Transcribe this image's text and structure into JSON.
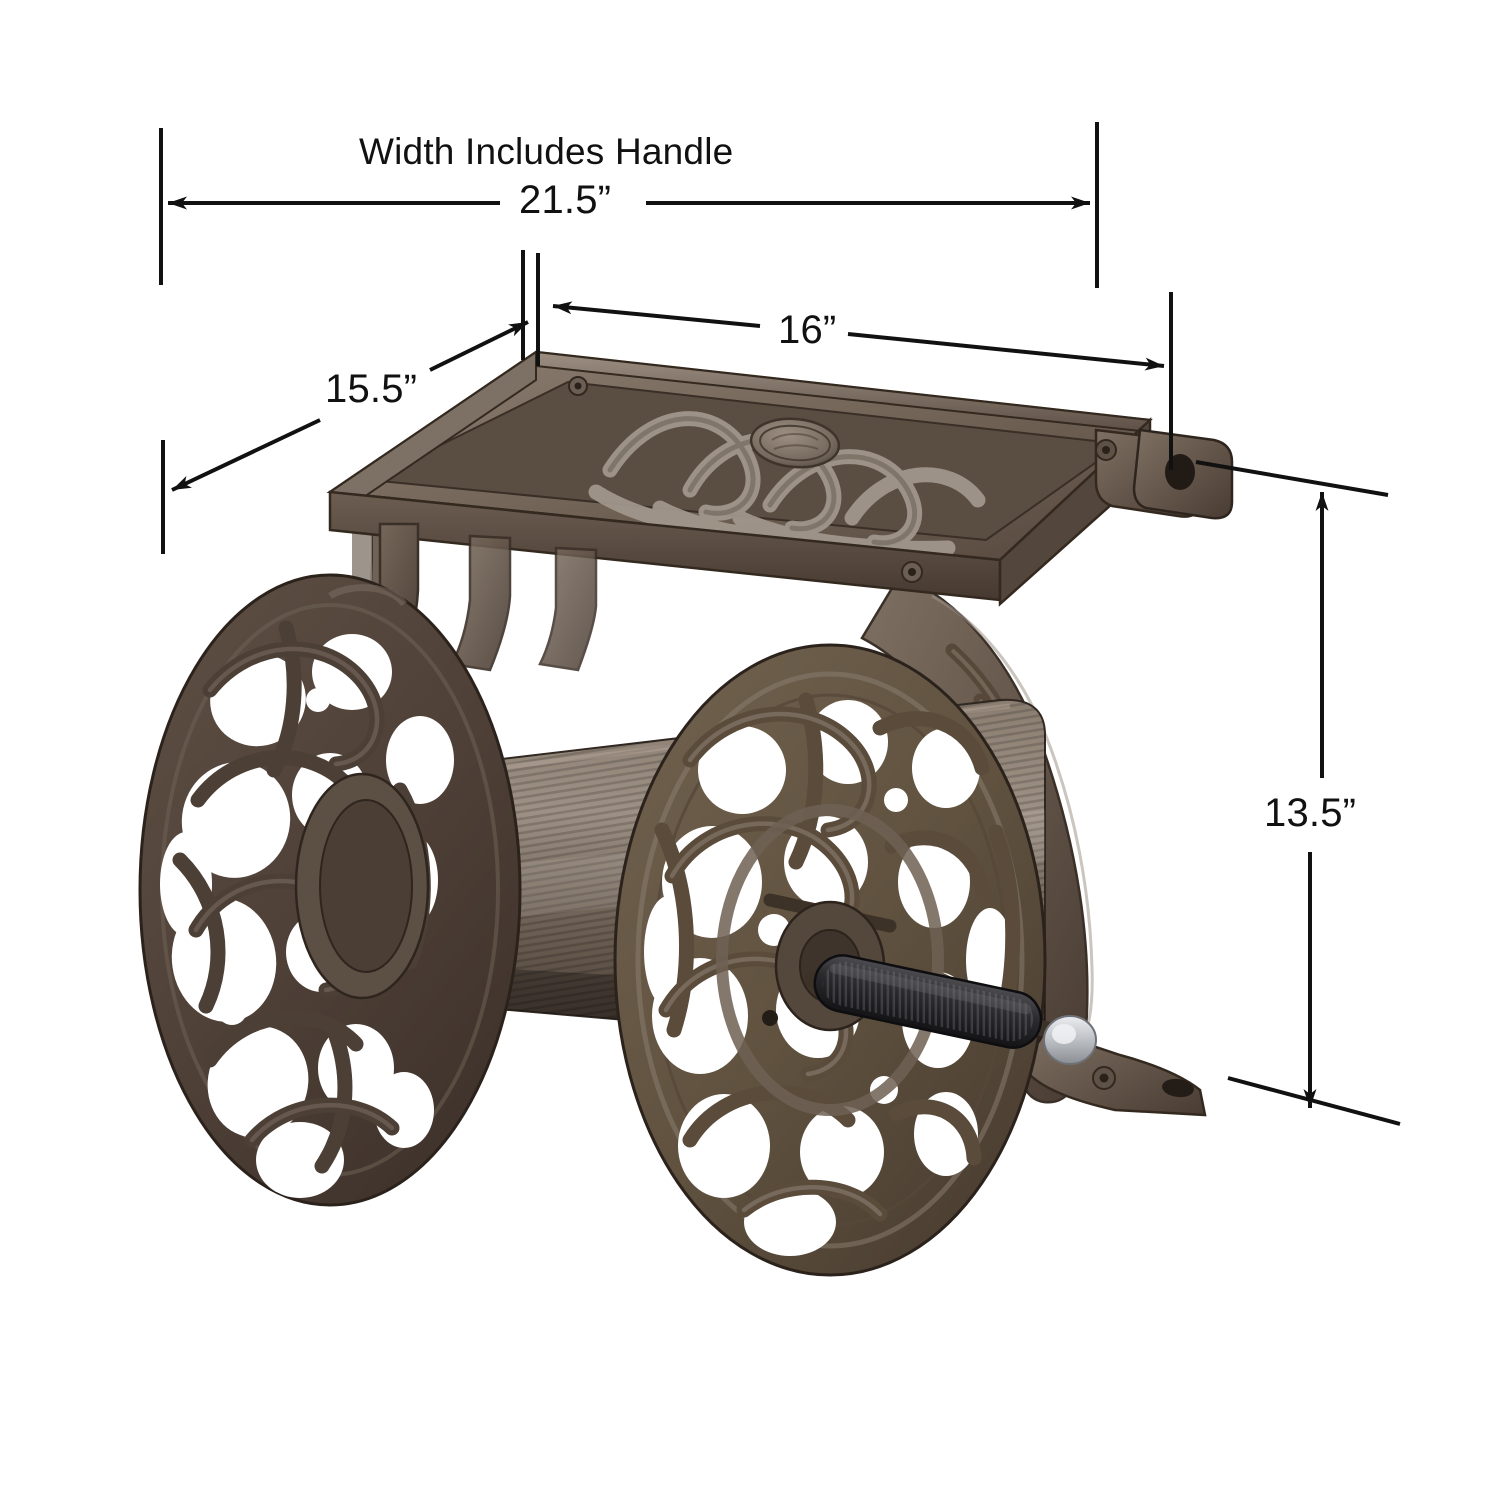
{
  "diagram": {
    "type": "product-dimension-diagram",
    "product": "Decorative wall-mount garden hose reel",
    "units": "inches",
    "background_color": "#ffffff",
    "line_color": "#111111",
    "annotations": [
      {
        "id": "note-width-handle",
        "label": "Width Includes Handle",
        "kind": "note"
      },
      {
        "id": "dim-width-total",
        "label": "21.5”",
        "value": 21.5,
        "kind": "horizontal",
        "measures": "overall width including crank handle"
      },
      {
        "id": "dim-width-body",
        "label": "16”",
        "value": 16,
        "kind": "horizontal",
        "measures": "shelf / body width"
      },
      {
        "id": "dim-depth",
        "label": "15.5”",
        "value": 15.5,
        "kind": "diagonal",
        "measures": "depth"
      },
      {
        "id": "dim-height",
        "label": "13.5”",
        "value": 13.5,
        "kind": "vertical",
        "measures": "mounting bracket height"
      }
    ]
  },
  "colors": {
    "bronze_dark": "#4a3b32",
    "bronze_mid": "#6a5a4e",
    "bronze_light": "#8e8075",
    "bronze_highlight": "#b4a79a",
    "drum_body": "#77695d",
    "drum_shadow": "#4f4239",
    "brass": "#b8912f",
    "handle_black": "#2a2a2c",
    "chrome": "#c9cace",
    "outline": "#111111"
  },
  "product_parts": {
    "top_shelf": "decorative-scroll-tray",
    "medallion": "embossed-oval-badge",
    "left_flange": "ornate-reel-side-disc",
    "right_flange": "ornate-reel-side-disc",
    "drum": "ribbed-hose-drum",
    "hose_connector": "brass-threaded-leader-fitting",
    "crank_handle": "black-textured-crank-grip",
    "crank_cap": "chrome-end-cap",
    "brackets": "wall-mount-brackets"
  }
}
